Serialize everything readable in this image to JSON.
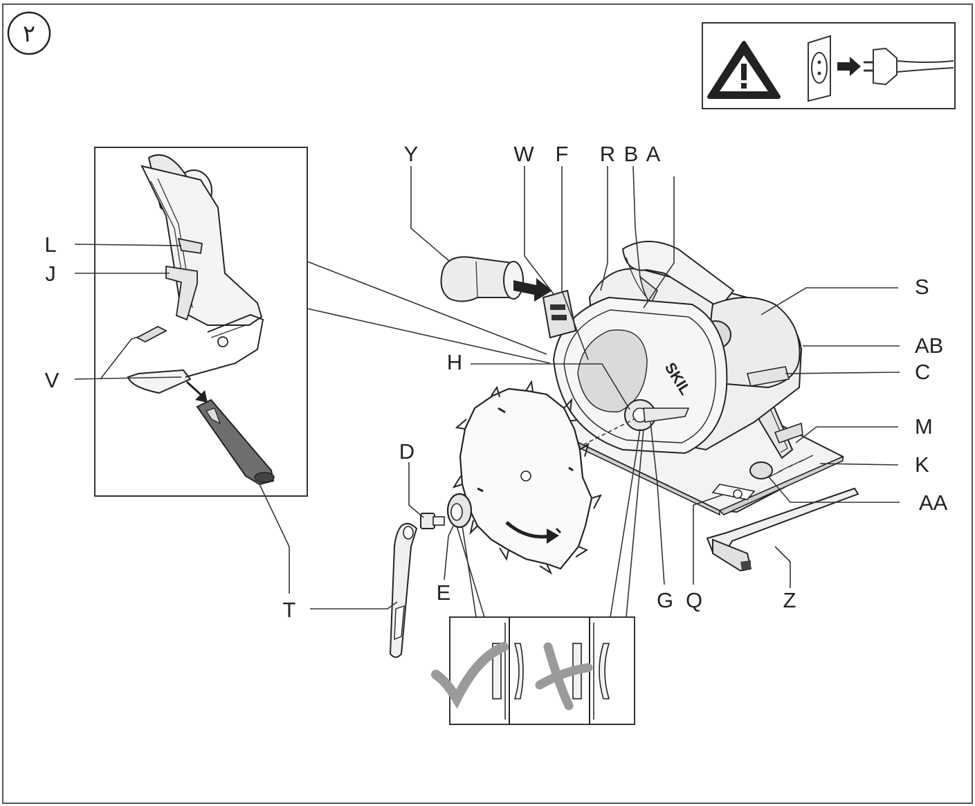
{
  "figure_number": "٢",
  "labels": {
    "Y": "Y",
    "W": "W",
    "F": "F",
    "R": "R",
    "B": "B",
    "A": "A",
    "S": "S",
    "AB": "AB",
    "C": "C",
    "M": "M",
    "K": "K",
    "AA": "AA",
    "Z": "Z",
    "Q": "Q",
    "G": "G",
    "H": "H",
    "D": "D",
    "E": "E",
    "T_left": "T",
    "T_bottom": "T",
    "L": "L",
    "J": "J",
    "V": "V"
  },
  "brand_text": "SKIL",
  "icons": [
    "warning-triangle-icon",
    "wall-socket-icon",
    "arrow-right-icon",
    "plug-icon",
    "check-mark-icon",
    "cross-mark-icon"
  ],
  "colors": {
    "stroke": "#222222",
    "frame": "#555555",
    "mark_gray": "#9a9a9a",
    "tool_dark": "#5a5a5a"
  }
}
